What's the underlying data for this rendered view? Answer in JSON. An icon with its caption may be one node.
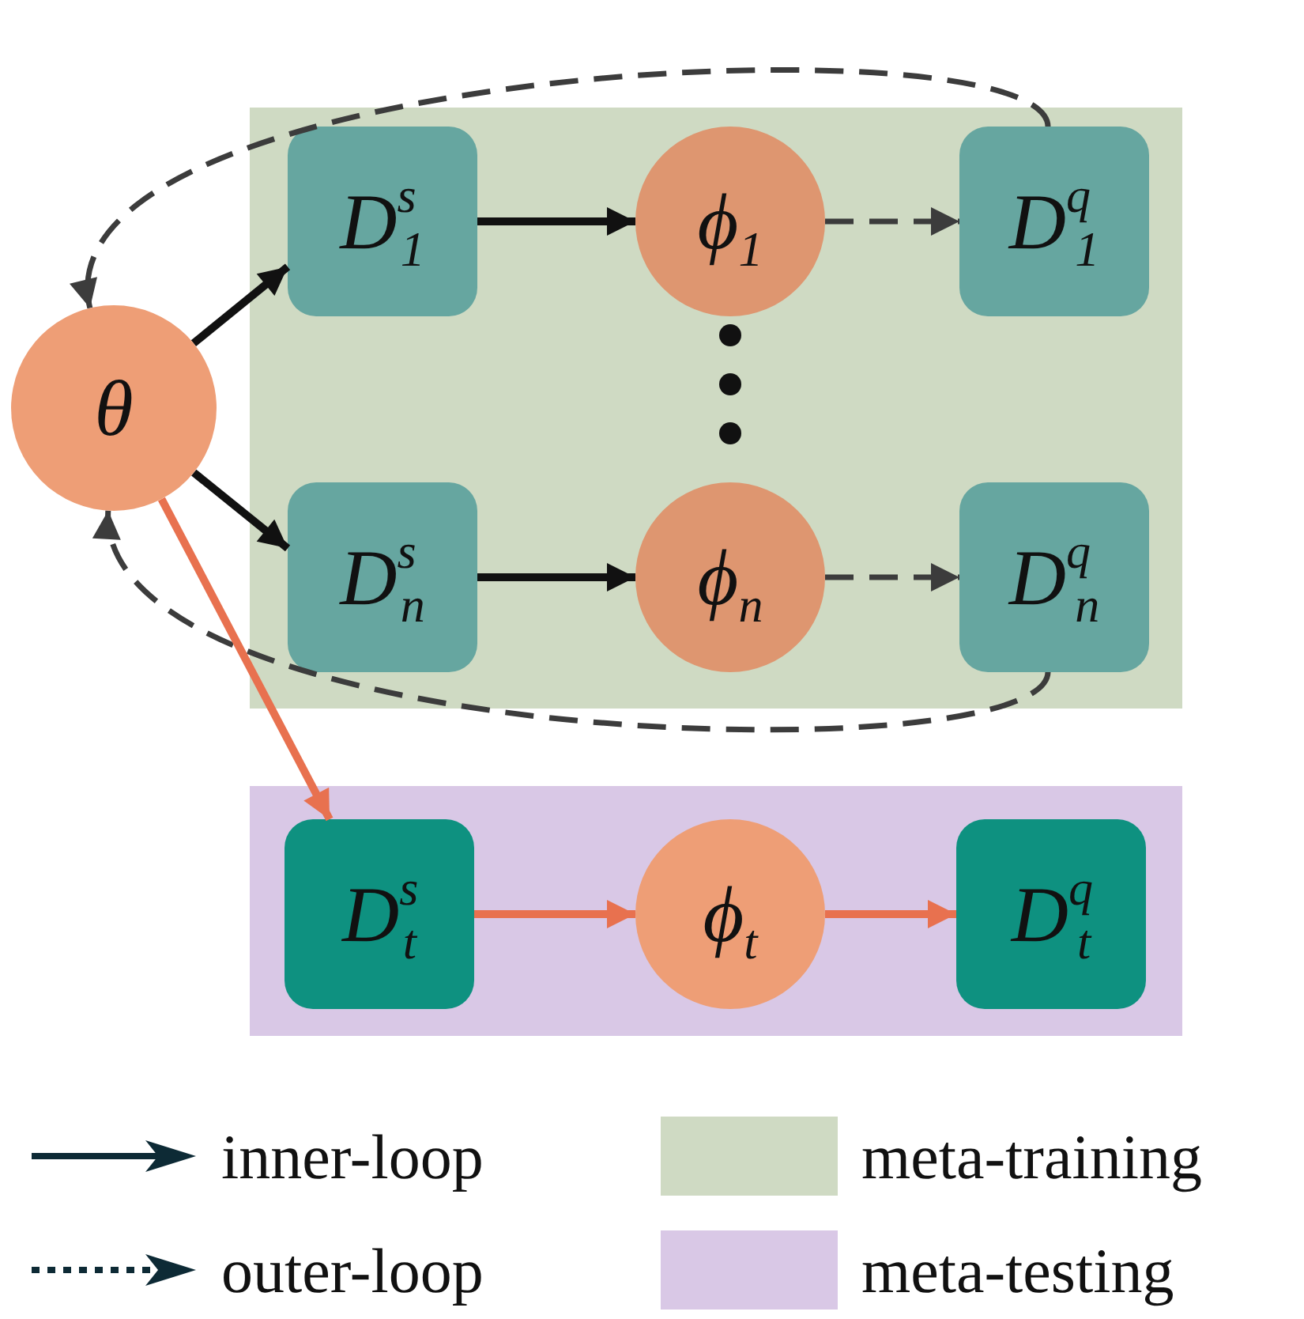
{
  "diagram": {
    "nodes": [
      {
        "text": [],
        "shape": "box"
      },
      {
        "text": [],
        "shape": "box"
      },
      {
        "text": [
          "θ"
        ]
      },
      {
        "text": [
          "D$^{s}$$_{1}$"
        ],
        "in": 0
      },
      {
        "text": [
          "ϕ$_{1}$"
        ],
        "in": 0
      },
      {
        "text": [
          "D$^{q}$$_{1}$"
        ],
        "in": 0
      },
      {
        "text": [
          "D$^{s}$$_{n}$"
        ],
        "in": 0
      },
      {
        "text": [
          "ϕ$_{n}$"
        ],
        "in": 0
      },
      {
        "text": [
          "D$^{q}$$_{n}$"
        ],
        "in": 0
      },
      {
        "text": [
          "D$^{s}$$_{t}$"
        ],
        "in": 1
      },
      {
        "text": [
          "ϕ$_{t}$"
        ],
        "in": 1
      },
      {
        "text": [
          "D$^{q}$$_{t}$"
        ],
        "in": 1
      }
    ],
    "edges": [
      {
        "from": 2,
        "to": 3,
        "arrow": "to"
      },
      {
        "from": 2,
        "to": 6,
        "arrow": "to"
      },
      {
        "from": 3,
        "to": 4,
        "arrow": "to"
      },
      {
        "from": 4,
        "to": 5,
        "arrow": "to",
        "style": "dashed"
      },
      {
        "from": 6,
        "to": 7,
        "arrow": "to"
      },
      {
        "from": 7,
        "to": 8,
        "arrow": "to",
        "style": "dashed"
      },
      {
        "from": 5,
        "to": 2,
        "arrow": "to",
        "style": "dashed"
      },
      {
        "from": 8,
        "to": 2,
        "arrow": "to",
        "style": "dashed"
      },
      {
        "from": 2,
        "to": 9,
        "arrow": "to",
        "color": "#e8714f"
      },
      {
        "from": 9,
        "to": 10,
        "arrow": "to",
        "color": "#e8714f"
      },
      {
        "from": 10,
        "to": 11,
        "arrow": "to",
        "color": "#e8714f"
      }
    ],
    "legend": [
      {
        "text": "inner-loop"
      },
      {
        "text": "outer-loop"
      },
      {
        "text": "meta-training",
        "color": "#cfdac3"
      },
      {
        "text": "meta-testing",
        "color": "#d9c8e6"
      }
    ]
  }
}
